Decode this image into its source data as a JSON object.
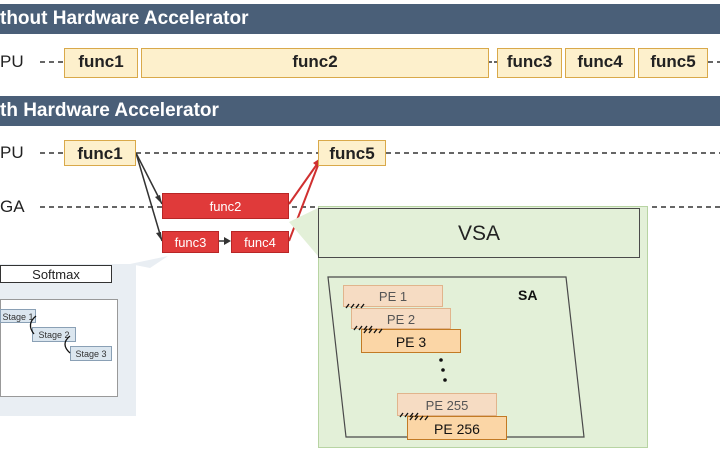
{
  "header_top": "thout Hardware Accelerator",
  "header_bottom": "th Hardware Accelerator",
  "lanes": {
    "cpu_top": "PU",
    "cpu_bottom": "PU",
    "fpga": "GA"
  },
  "top_funcs": [
    "func1",
    "func2",
    "func3",
    "func4",
    "func5"
  ],
  "bottom_funcs": {
    "func1": "func1",
    "func5": "func5",
    "func2": "func2",
    "func3": "func3",
    "func4": "func4"
  },
  "softmax": {
    "title": "Softmax",
    "stages": [
      "Stage 1",
      "Stage 2",
      "Stage 3"
    ]
  },
  "vsa": "VSA",
  "sa": "SA",
  "pes": [
    "PE 1",
    "PE 2",
    "PE 3",
    "PE 255",
    "PE 256"
  ],
  "colors": {
    "header": "#4a5f78",
    "func_fill": "#fdf0cc",
    "accelerator_red": "#e03a3a",
    "green_panel": "#e3f0d8"
  }
}
